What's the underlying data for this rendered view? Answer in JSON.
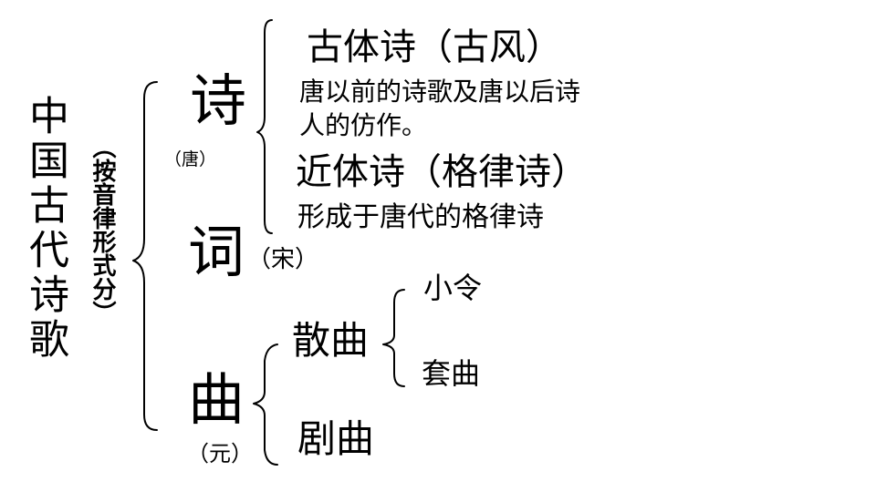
{
  "title": "中国古代诗歌",
  "classification": "（按音律形式分）",
  "shi": {
    "label": "诗",
    "era": "（唐）",
    "gutishi": {
      "label": "古体诗（古风）",
      "desc_line1": "唐以前的诗歌及唐以后诗",
      "desc_line2": "人的仿作。"
    },
    "jintishi": {
      "label": "近体诗（格律诗）",
      "desc": "形成于唐代的格律诗"
    }
  },
  "ci": {
    "label": "词",
    "era": "（宋）"
  },
  "qu": {
    "label": "曲",
    "era": "（元）",
    "sanqu": {
      "label": "散曲",
      "xiaoling": "小令",
      "taoqu": "套曲"
    },
    "juqu": {
      "label": "剧曲"
    }
  }
}
